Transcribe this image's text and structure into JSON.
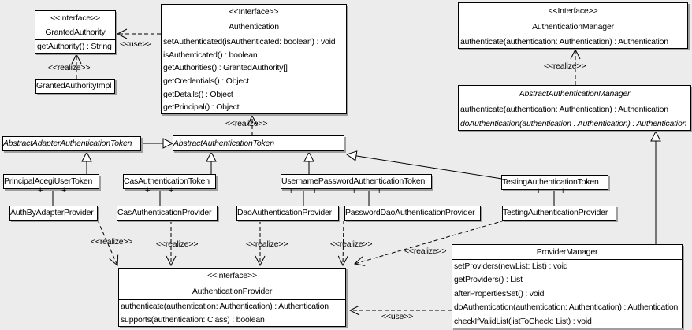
{
  "labels": {
    "interface": "<<Interface>>",
    "use": "<<use>>",
    "realize": "<<realize>>",
    "plus": "+"
  },
  "classes": {
    "ga": {
      "stereotype": "<<Interface>>",
      "name": "GrantedAuthority",
      "methods": [
        "getAuthority() : String"
      ]
    },
    "gai": {
      "name": "GrantedAuthorityImpl"
    },
    "auth": {
      "stereotype": "<<Interface>>",
      "name": "Authentication",
      "methods": [
        "setAuthenticated(isAuthenticated: boolean) : void",
        "isAuthenticated() : boolean",
        "getAuthorities() : GrantedAuthority[]",
        "getCredentials() : Object",
        "getDetails() : Object",
        "getPrincipal() : Object"
      ]
    },
    "am": {
      "stereotype": "<<Interface>>",
      "name": "AuthenticationManager",
      "methods": [
        "authenticate(authentication: Authentication) : Authentication"
      ]
    },
    "aam": {
      "name": "AbstractAuthenticationManager",
      "methods": [
        "authenticate(authentication: Authentication) : Authentication",
        "doAuthentication(authentication : Authentication) : Authentication"
      ]
    },
    "aaat": {
      "name": "AbstractAdapterAuthenticationToken"
    },
    "aat": {
      "name": "AbstractAuthenticationToken"
    },
    "paut": {
      "name": "PrincipalAcegiUserToken"
    },
    "cat": {
      "name": "CasAuthenticationToken"
    },
    "upat": {
      "name": "UsernamePasswordAuthenticationToken"
    },
    "tat": {
      "name": "TestingAuthenticationToken"
    },
    "abap": {
      "name": "AuthByAdapterProvider"
    },
    "cap": {
      "name": "CasAuthenticationProvider"
    },
    "dap": {
      "name": "DaoAuthenticationProvider"
    },
    "pdap": {
      "name": "PasswordDaoAuthenticationProvider"
    },
    "tap": {
      "name": "TestingAuthenticationProvider"
    },
    "ap": {
      "stereotype": "<<Interface>>",
      "name": "AuthenticationProvider",
      "methods": [
        "authenticate(authentication: Authentication) : Authentication",
        "supports(authentication: Class) : boolean"
      ]
    },
    "pm": {
      "name": "ProviderManager",
      "methods": [
        "setProviders(newList: List) : void",
        "getProviders() : List",
        "afterPropertiesSet() : void",
        "doAuthentication(authentication: Authentication) : Authentication",
        "checkIfValidList(listToCheck: List) : void"
      ]
    }
  }
}
